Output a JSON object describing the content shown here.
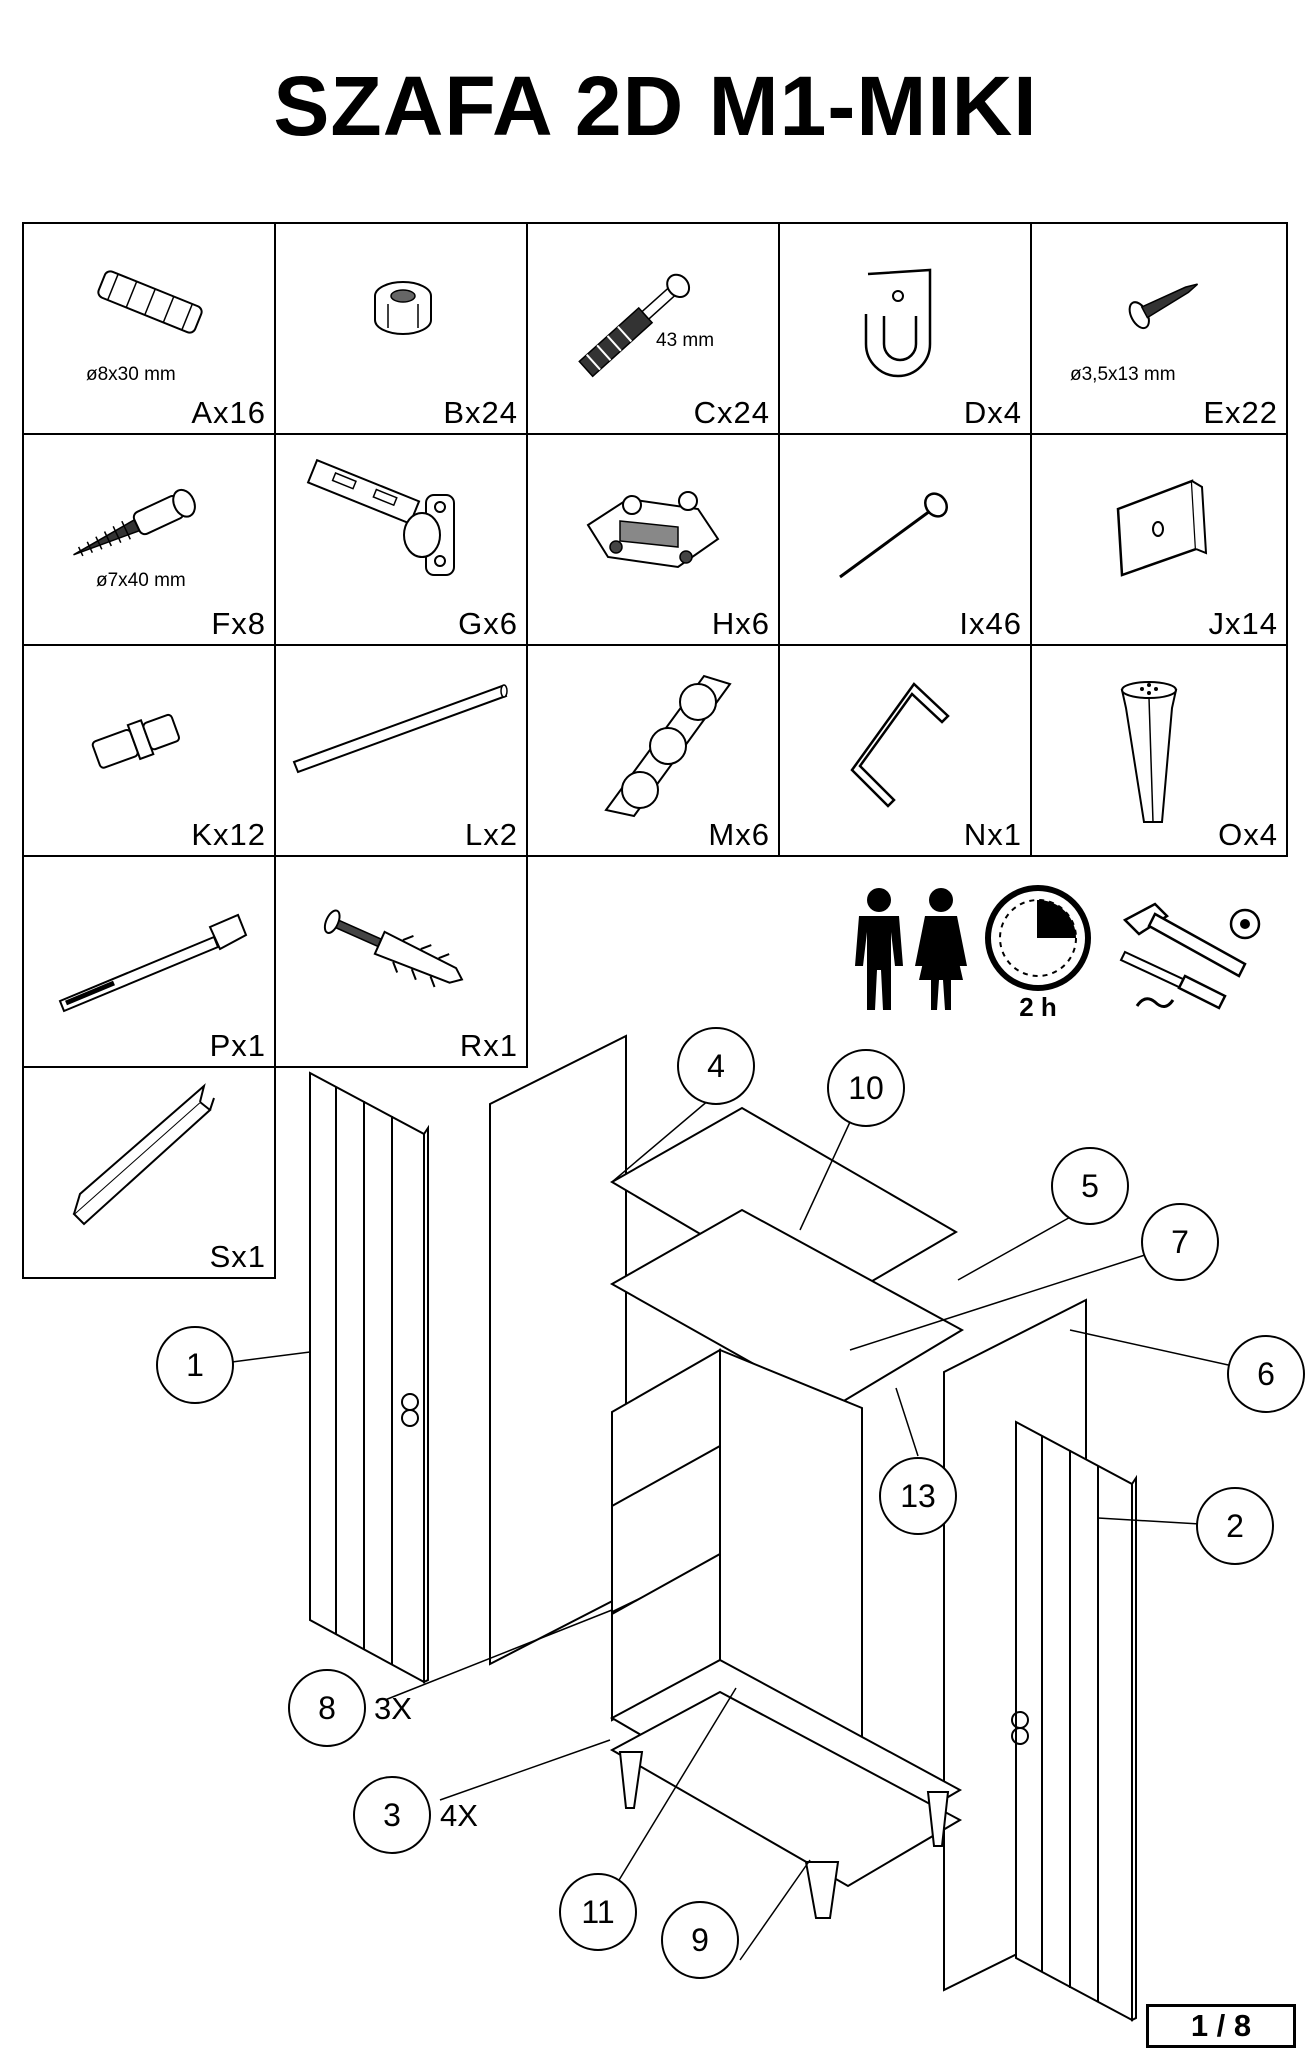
{
  "title": "SZAFA 2D M1-MIKI",
  "parts": [
    {
      "id": "A",
      "qty": "Ax16",
      "dim": "ø8x30 mm",
      "icon": "wooden-dowel-icon"
    },
    {
      "id": "B",
      "qty": "Bx24",
      "icon": "cam-lock-icon"
    },
    {
      "id": "C",
      "qty": "Cx24",
      "dim": "43 mm",
      "icon": "cam-bolt-icon"
    },
    {
      "id": "D",
      "qty": "Dx4",
      "icon": "rail-support-icon"
    },
    {
      "id": "E",
      "qty": "Ex22",
      "dim": "ø3,5x13 mm",
      "icon": "wood-screw-icon"
    },
    {
      "id": "F",
      "qty": "Fx8",
      "dim": "ø7x40 mm",
      "icon": "connector-screw-icon"
    },
    {
      "id": "G",
      "qty": "Gx6",
      "icon": "hinge-icon"
    },
    {
      "id": "H",
      "qty": "Hx6",
      "icon": "hinge-plate-icon"
    },
    {
      "id": "I",
      "qty": "Ix46",
      "icon": "nail-icon"
    },
    {
      "id": "J",
      "qty": "Jx14",
      "icon": "corner-bracket-icon"
    },
    {
      "id": "K",
      "qty": "Kx12",
      "icon": "shelf-pin-icon"
    },
    {
      "id": "L",
      "qty": "Lx2",
      "icon": "hanging-rod-icon"
    },
    {
      "id": "M",
      "qty": "Mx6",
      "icon": "cover-caps-icon"
    },
    {
      "id": "N",
      "qty": "Nx1",
      "icon": "allen-key-icon"
    },
    {
      "id": "O",
      "qty": "Ox4",
      "icon": "furniture-leg-icon"
    },
    {
      "id": "P",
      "qty": "Px1",
      "icon": "anti-tip-strap-icon"
    },
    {
      "id": "R",
      "qty": "Rx1",
      "icon": "wall-anchor-icon"
    },
    {
      "id": "S",
      "qty": "Sx1",
      "icon": "profile-bracket-icon"
    }
  ],
  "assembly_info": {
    "people_icon": "two-people-icon",
    "time": "2 h",
    "tools_icon": "tools-icon"
  },
  "callouts": [
    {
      "num": "1"
    },
    {
      "num": "2"
    },
    {
      "num": "3",
      "mult": "4X"
    },
    {
      "num": "4"
    },
    {
      "num": "5"
    },
    {
      "num": "6"
    },
    {
      "num": "7"
    },
    {
      "num": "8",
      "mult": "3X"
    },
    {
      "num": "9"
    },
    {
      "num": "10"
    },
    {
      "num": "11"
    },
    {
      "num": "13"
    }
  ],
  "page_number": "1 / 8"
}
